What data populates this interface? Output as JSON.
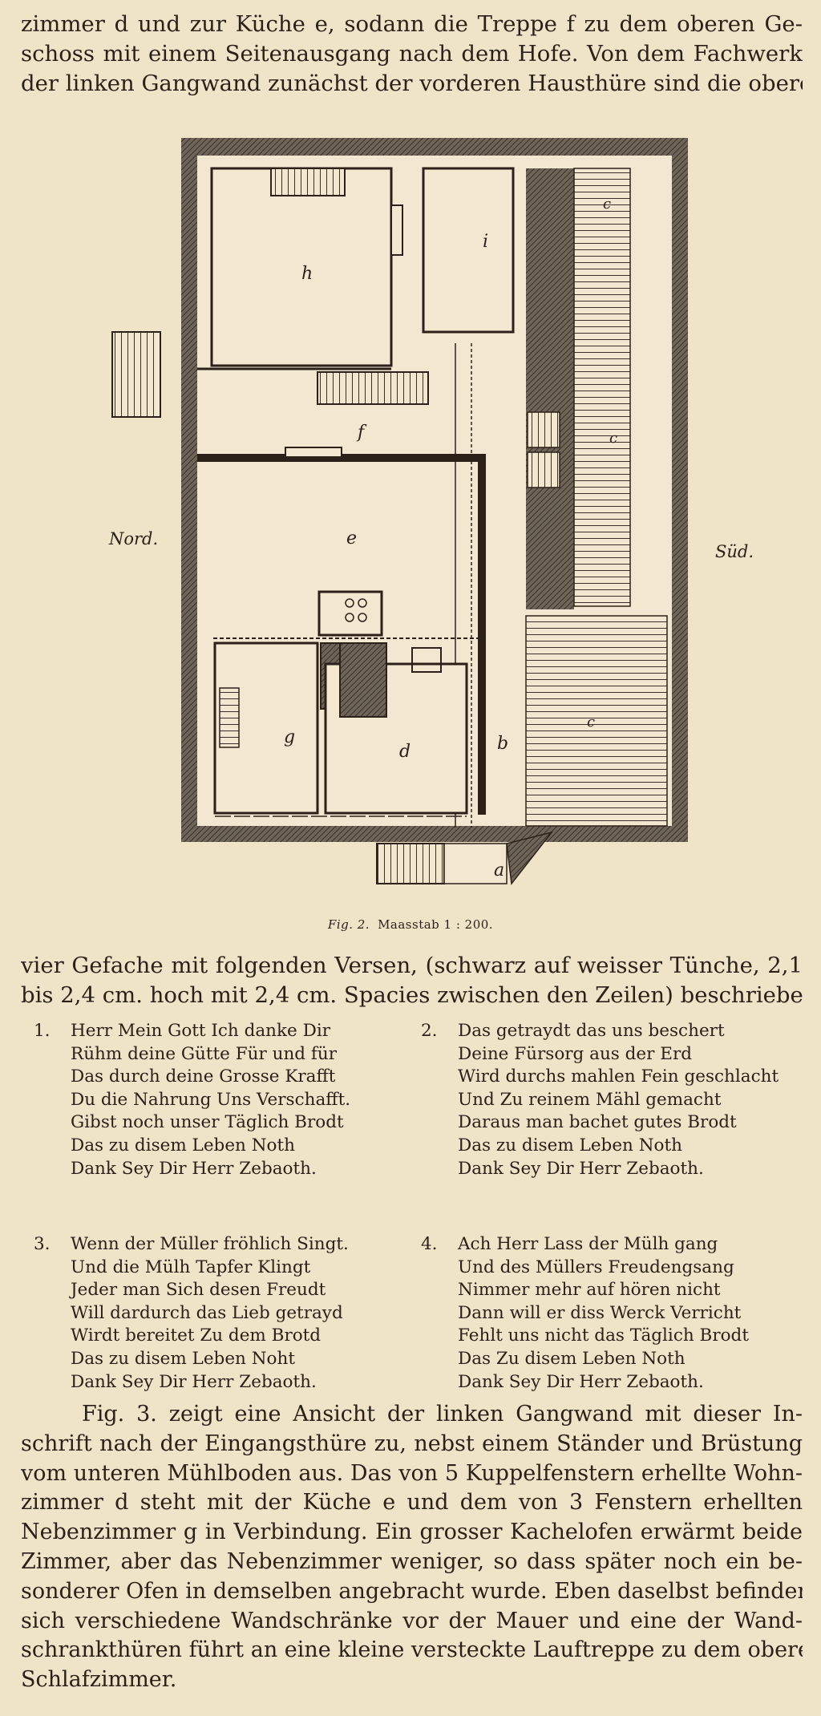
{
  "intro": {
    "lines": [
      "zimmer d und zur Küche e, sodann die Treppe f zu dem oberen Ge-",
      "schoss mit einem Seitenausgang nach dem Hofe. Von dem Fachwerk",
      "der linken Gangwand zunächst der vorderen Hausthüre sind die oberen"
    ]
  },
  "figure": {
    "room_labels": [
      "h",
      "i",
      "f",
      "e",
      "g",
      "d",
      "b",
      "a",
      "c",
      "c",
      "c"
    ],
    "north_label": "Nord.",
    "south_label": "Süd.",
    "caption_fig": "Fig. 2.",
    "caption_scale": "Maasstab 1 : 200."
  },
  "gefache": {
    "lines": [
      "vier Gefache mit folgenden Versen, (schwarz auf weisser Tünche, 2,1",
      "bis 2,4 cm. hoch mit 2,4 cm. Spacies zwischen den Zeilen) beschrieben:"
    ]
  },
  "verses": [
    {
      "number": "1.",
      "lines": [
        "Herr Mein Gott Ich danke Dir",
        "Rühm deine Gütte Für und für",
        "Das durch deine Grosse Krafft",
        "Du die Nahrung Uns Verschafft.",
        "Gibst noch unser Täglich Brodt",
        "Das zu disem Leben Noth",
        "Dank Sey Dir Herr Zebaoth."
      ]
    },
    {
      "number": "2.",
      "lines": [
        "Das getraydt das uns beschert",
        "Deine Fürsorg aus der Erd",
        "Wird durchs mahlen Fein geschlacht",
        "Und Zu reinem Mähl gemacht",
        "Daraus man bachet gutes Brodt",
        "Das zu disem Leben Noth",
        "Dank Sey Dir Herr Zebaoth."
      ]
    },
    {
      "number": "3.",
      "lines": [
        "Wenn der Müller fröhlich Singt.",
        "Und die Mülh Tapfer Klingt",
        "Jeder man Sich desen Freudt",
        "Will dardurch das Lieb getrayd",
        "Wirdt bereitet Zu dem Brotd",
        "Das zu disem Leben Noht",
        "Dank Sey Dir Herr Zebaoth."
      ]
    },
    {
      "number": "4.",
      "lines": [
        "Ach Herr Lass der Mülh gang",
        "Und des Müllers Freudengsang",
        "Nimmer mehr auf hören nicht",
        "Dann will er diss Werck Verricht",
        "Fehlt uns nicht das Täglich Brodt",
        "Das Zu disem Leben Noth",
        "Dank Sey Dir Herr Zebaoth."
      ]
    }
  ],
  "body3": {
    "lines": [
      "Fig. 3. zeigt eine Ansicht der linken Gangwand mit dieser In-",
      "schrift nach der Eingangsthüre zu, nebst einem Ständer und Brüstung",
      "vom unteren Mühlboden aus. Das von 5 Kuppelfenstern erhellte Wohn-",
      "zimmer d steht mit der Küche e und dem von 3 Fenstern erhellten",
      "Nebenzimmer g in Verbindung. Ein grosser Kachelofen erwärmt beide",
      "Zimmer, aber das Nebenzimmer weniger, so dass später noch ein be-",
      "sonderer Ofen in demselben angebracht wurde. Eben daselbst befinden",
      "sich verschiedene Wandschränke vor der Mauer und eine der Wand-",
      "schrankthüren führt an eine kleine versteckte Lauftreppe zu dem oberen",
      "Schlafzimmer."
    ]
  }
}
